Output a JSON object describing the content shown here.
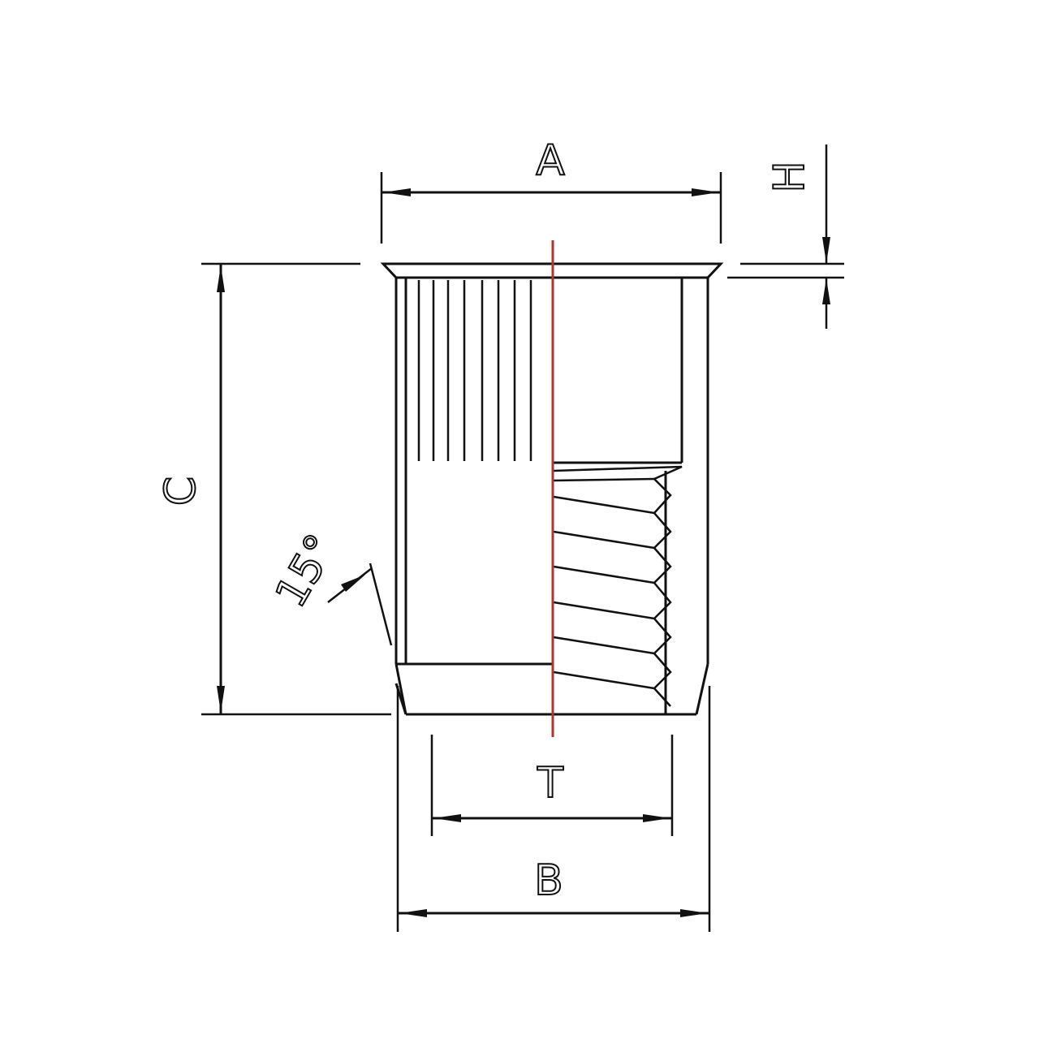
{
  "diagram": {
    "title": "",
    "labels": {
      "a": "A",
      "h": "H",
      "c": "C",
      "t": "T",
      "b": "B",
      "angle": "15°"
    },
    "colors": {
      "line": "#111111",
      "centerline": "#b5332e",
      "background": "#ffffff"
    }
  }
}
